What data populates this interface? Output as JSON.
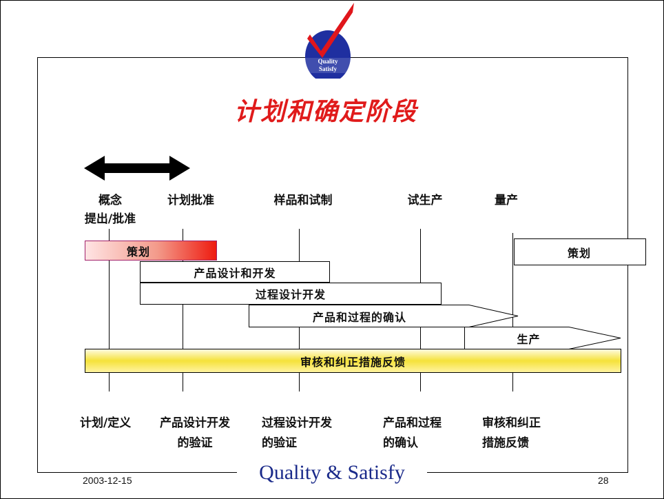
{
  "title": "计划和确定阶段",
  "logo": {
    "line1": "Quality",
    "line2": "Satisfy"
  },
  "phases": [
    {
      "line1": "概念",
      "line2": "提出/批准"
    },
    {
      "line1": "计划批准",
      "line2": ""
    },
    {
      "line1": "样品和试制",
      "line2": ""
    },
    {
      "line1": "试生产",
      "line2": ""
    },
    {
      "line1": "量产",
      "line2": ""
    }
  ],
  "bars": {
    "planning": "策划",
    "product_design": "产品设计和开发",
    "process_design": "过程设计开发",
    "validation": "产品和过程的确认",
    "production": "生产",
    "feedback": "审核和纠正措施反馈",
    "planning_right": "策划"
  },
  "outputs": [
    {
      "line1": "计划/定义",
      "line2": ""
    },
    {
      "line1": "产品设计开发",
      "line2": "的验证"
    },
    {
      "line1": "过程设计开发",
      "line2": "的验证"
    },
    {
      "line1": "产品和过程",
      "line2": "的确认"
    },
    {
      "line1": "审核和纠正",
      "line2": "措施反馈"
    }
  ],
  "footer": {
    "date": "2003-12-15",
    "brand": "Quality & Satisfy",
    "page": "28"
  },
  "colors": {
    "title": "#e01b1b",
    "brand": "#1a2a8a",
    "logo_blue": "#1f2fa0",
    "check_red": "#e0161b",
    "feedback_yellow": "#f5e23a"
  }
}
